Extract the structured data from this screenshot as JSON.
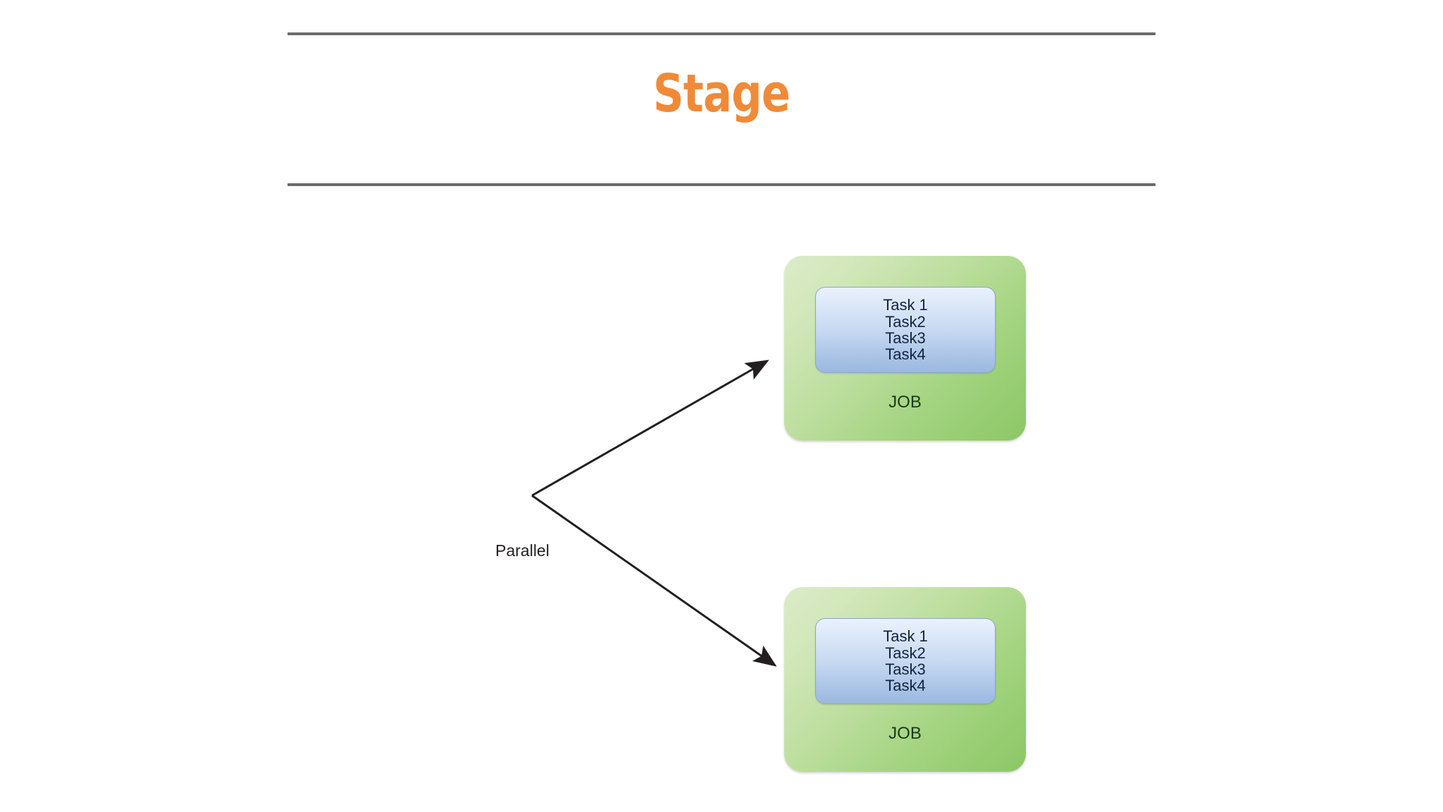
{
  "slide": {
    "title": "Stage",
    "title_color": "#f08a38",
    "background_color": "#ffffff",
    "rule_color": "#6b6b6b"
  },
  "diagram": {
    "branch_label": "Parallel",
    "branch_label_color": "#231f20",
    "connector_color": "#231f20",
    "jobs": [
      {
        "name": "JOB",
        "tasks": [
          "Task 1",
          "Task2",
          "Task3",
          "Task4"
        ]
      },
      {
        "name": "JOB",
        "tasks": [
          "Task 1",
          "Task2",
          "Task3",
          "Task4"
        ]
      }
    ],
    "job_box_color_start": "#dcebc8",
    "job_box_color_end": "#8cc765",
    "task_box_color_start": "#eaf1fc",
    "task_box_color_end": "#9bb8e0",
    "task_text_color": "#122340",
    "job_text_color": "#1a3a14"
  }
}
